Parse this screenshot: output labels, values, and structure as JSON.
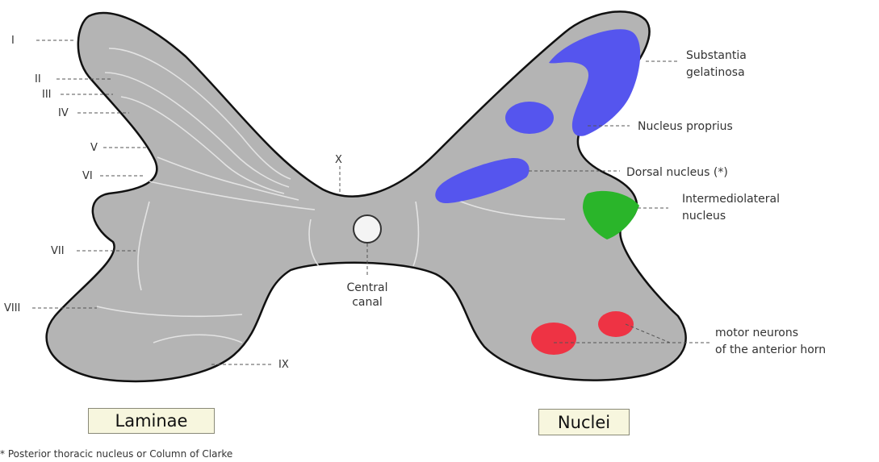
{
  "laminae": {
    "title": "Laminae",
    "labels": [
      "I",
      "II",
      "III",
      "IV",
      "V",
      "VI",
      "VII",
      "VIII",
      "IX",
      "X"
    ]
  },
  "nuclei": {
    "title": "Nuclei",
    "substantia": [
      "Substantia",
      "gelatinosa"
    ],
    "proprius": "Nucleus proprius",
    "dorsal": "Dorsal nucleus (*)",
    "intermediolateral": [
      "Intermediolateral",
      "nucleus"
    ],
    "motor": [
      "motor neurons",
      "of the anterior horn"
    ]
  },
  "central_canal": [
    "Central",
    "canal"
  ],
  "footnote": "* Posterior thoracic nucleus or Column of Clarke",
  "colors": {
    "gray_matter": "#b4b4b4",
    "outline": "#111111",
    "sensory_nuclei": "#5555ee",
    "intermediolateral": "#2ab52a",
    "motor": "#ee3344"
  }
}
